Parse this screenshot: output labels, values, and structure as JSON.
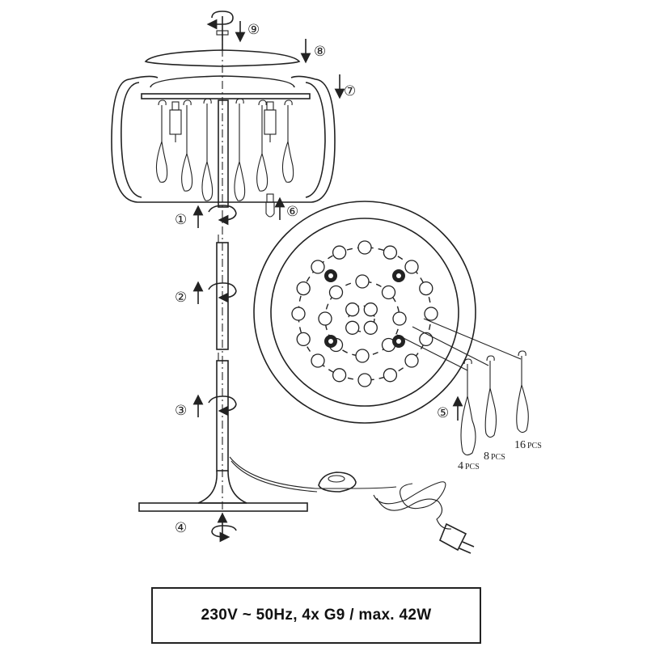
{
  "steps": [
    "①",
    "②",
    "③",
    "④",
    "⑤",
    "⑥",
    "⑦",
    "⑧",
    "⑨"
  ],
  "drops": [
    {
      "count": "4",
      "unit": "PCS"
    },
    {
      "count": "8",
      "unit": "PCS"
    },
    {
      "count": "16",
      "unit": "PCS"
    }
  ],
  "spec": "230V ~ 50Hz,   4x G9 / max. 42W"
}
